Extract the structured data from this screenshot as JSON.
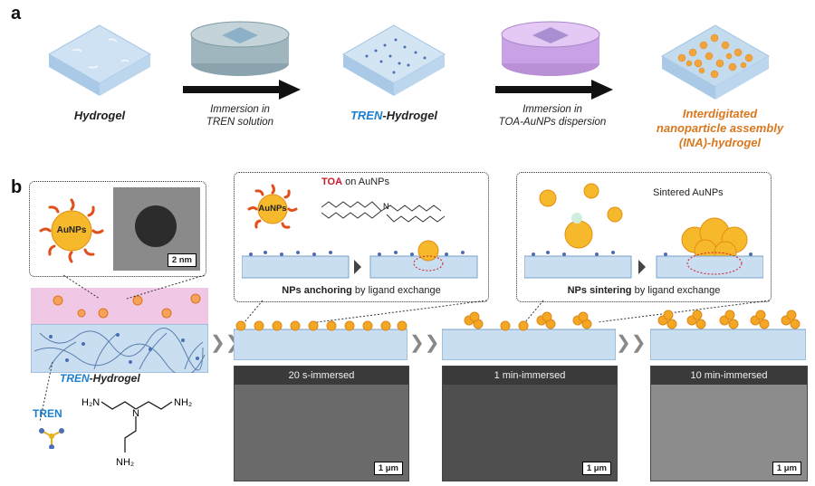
{
  "panel_a": {
    "letter": "a",
    "steps": [
      {
        "label": "Hydrogel"
      },
      {
        "label_prefix": "TREN",
        "label_suffix": "-Hydrogel"
      },
      {
        "label": "Interdigitated nanoparticle assembly (INA)-hydrogel",
        "line1": "Interdigitated",
        "line2": "nanoparticle assembly",
        "line3": "(INA)-hydrogel"
      }
    ],
    "arrows": [
      {
        "line1": "Immersion in",
        "line2": "TREN solution"
      },
      {
        "line1": "Immersion in",
        "line2": "TOA-AuNPs dispersion"
      }
    ]
  },
  "panel_b": {
    "letter": "b",
    "inset_left": {
      "particle_label": "AuNPs",
      "scale": "2 nm"
    },
    "inset_mid": {
      "toa_label": "TOA",
      "toa_suffix": " on AuNPs",
      "particle_label": "AuNPs",
      "nitrogen": "N",
      "caption_bold": "NPs anchoring",
      "caption_rest": " by ligand exchange"
    },
    "inset_right": {
      "label": "Sintered AuNPs",
      "caption_bold": "NPs sintering",
      "caption_rest": " by ligand exchange"
    },
    "tren_hydrogel_prefix": "TREN",
    "tren_hydrogel_suffix": "-Hydrogel",
    "tren_label": "TREN",
    "formula": {
      "nh2_a": "H₂N",
      "nh2_b": "NH₂",
      "nh2_c": "NH₂",
      "n": "N"
    },
    "sem": [
      {
        "label": "20 s-immersed",
        "scale": "1 μm"
      },
      {
        "label": "1 min-immersed",
        "scale": "1 μm"
      },
      {
        "label": "10 min-immersed",
        "scale": "1 μm"
      }
    ]
  },
  "colors": {
    "tren_blue": "#1a7fd1",
    "ina_orange": "#d9771e",
    "gel_blue": "#c9def0",
    "au_orange": "#f5a623",
    "pink": "#f0c8e6"
  }
}
